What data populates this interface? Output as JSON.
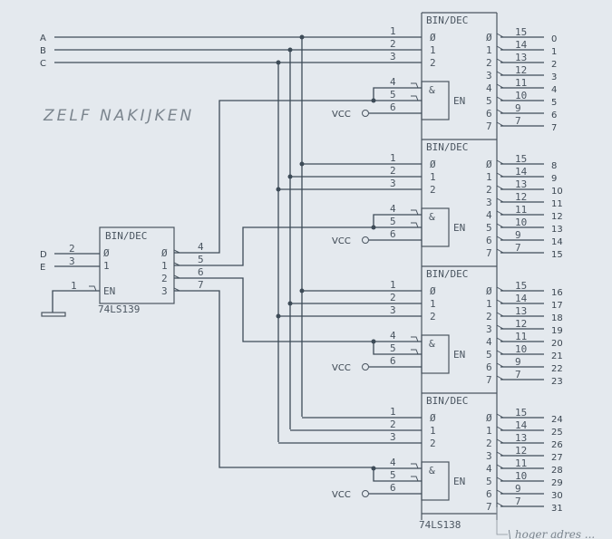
{
  "title": "Address decoder schematic (hand-annotated scan)",
  "handwritten_note": "ZELF NAKIJKEN",
  "handwritten_bottom": "\\ hoger adres ...",
  "inputs": {
    "A": "A",
    "B": "B",
    "C": "C",
    "D": "D",
    "E": "E"
  },
  "small_decoder": {
    "header": "BIN/DEC",
    "part": "74LS139",
    "input_labels": [
      "Ø",
      "1"
    ],
    "input_pins": [
      "2",
      "3"
    ],
    "enable_label": "EN",
    "enable_pin": "1",
    "output_labels": [
      "Ø",
      "1",
      "2",
      "3"
    ],
    "output_pins": [
      "4",
      "5",
      "6",
      "7"
    ]
  },
  "big_decoders": [
    {
      "header": "BIN/DEC",
      "input_pins": [
        "1",
        "2",
        "3"
      ],
      "input_labels": [
        "Ø",
        "1",
        "2"
      ],
      "enable_pins": [
        "4",
        "5",
        "6"
      ],
      "and_label": "&",
      "en_label": "EN",
      "vcc_label": "VCC",
      "output_labels": [
        "Ø",
        "1",
        "2",
        "3",
        "4",
        "5",
        "6",
        "7"
      ],
      "output_pins": [
        "15",
        "14",
        "13",
        "12",
        "11",
        "10",
        "9",
        "7"
      ],
      "output_signals": [
        "0",
        "1",
        "2",
        "3",
        "4",
        "5",
        "6",
        "7"
      ]
    },
    {
      "header": "BIN/DEC",
      "input_pins": [
        "1",
        "2",
        "3"
      ],
      "input_labels": [
        "Ø",
        "1",
        "2"
      ],
      "enable_pins": [
        "4",
        "5",
        "6"
      ],
      "and_label": "&",
      "en_label": "EN",
      "vcc_label": "VCC",
      "output_labels": [
        "Ø",
        "1",
        "2",
        "3",
        "4",
        "5",
        "6",
        "7"
      ],
      "output_pins": [
        "15",
        "14",
        "13",
        "12",
        "11",
        "10",
        "9",
        "7"
      ],
      "output_signals": [
        "8",
        "9",
        "10",
        "11",
        "12",
        "13",
        "14",
        "15"
      ]
    },
    {
      "header": "BIN/DEC",
      "input_pins": [
        "1",
        "2",
        "3"
      ],
      "input_labels": [
        "Ø",
        "1",
        "2"
      ],
      "enable_pins": [
        "4",
        "5",
        "6"
      ],
      "and_label": "&",
      "en_label": "EN",
      "vcc_label": "VCC",
      "output_labels": [
        "Ø",
        "1",
        "2",
        "3",
        "4",
        "5",
        "6",
        "7"
      ],
      "output_pins": [
        "15",
        "14",
        "13",
        "12",
        "11",
        "10",
        "9",
        "7"
      ],
      "output_signals": [
        "16",
        "17",
        "18",
        "19",
        "20",
        "21",
        "22",
        "23"
      ]
    },
    {
      "header": "BIN/DEC",
      "input_pins": [
        "1",
        "2",
        "3"
      ],
      "input_labels": [
        "Ø",
        "1",
        "2"
      ],
      "enable_pins": [
        "4",
        "5",
        "6"
      ],
      "and_label": "&",
      "en_label": "EN",
      "vcc_label": "VCC",
      "output_labels": [
        "Ø",
        "1",
        "2",
        "3",
        "4",
        "5",
        "6",
        "7"
      ],
      "output_pins": [
        "15",
        "14",
        "13",
        "12",
        "11",
        "10",
        "9",
        "7"
      ],
      "output_signals": [
        "24",
        "25",
        "26",
        "27",
        "28",
        "29",
        "30",
        "31"
      ]
    }
  ],
  "big_part": "74LS138"
}
